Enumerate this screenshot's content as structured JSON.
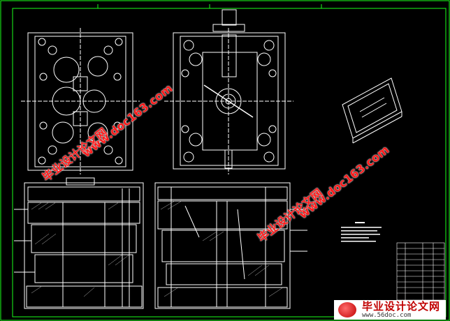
{
  "watermarks": {
    "site_cn": "毕业设计论文网",
    "site_url": "www.doc163.com"
  },
  "brand": {
    "title": "毕业设计论文网",
    "url": "www.56doc.com"
  },
  "colors": {
    "background": "#000000",
    "border": "#1aff1a",
    "line": "#ffffff",
    "watermark": "#ff1a1a"
  },
  "icons": [
    "mold-assembly-drawing",
    "brand-logo"
  ]
}
